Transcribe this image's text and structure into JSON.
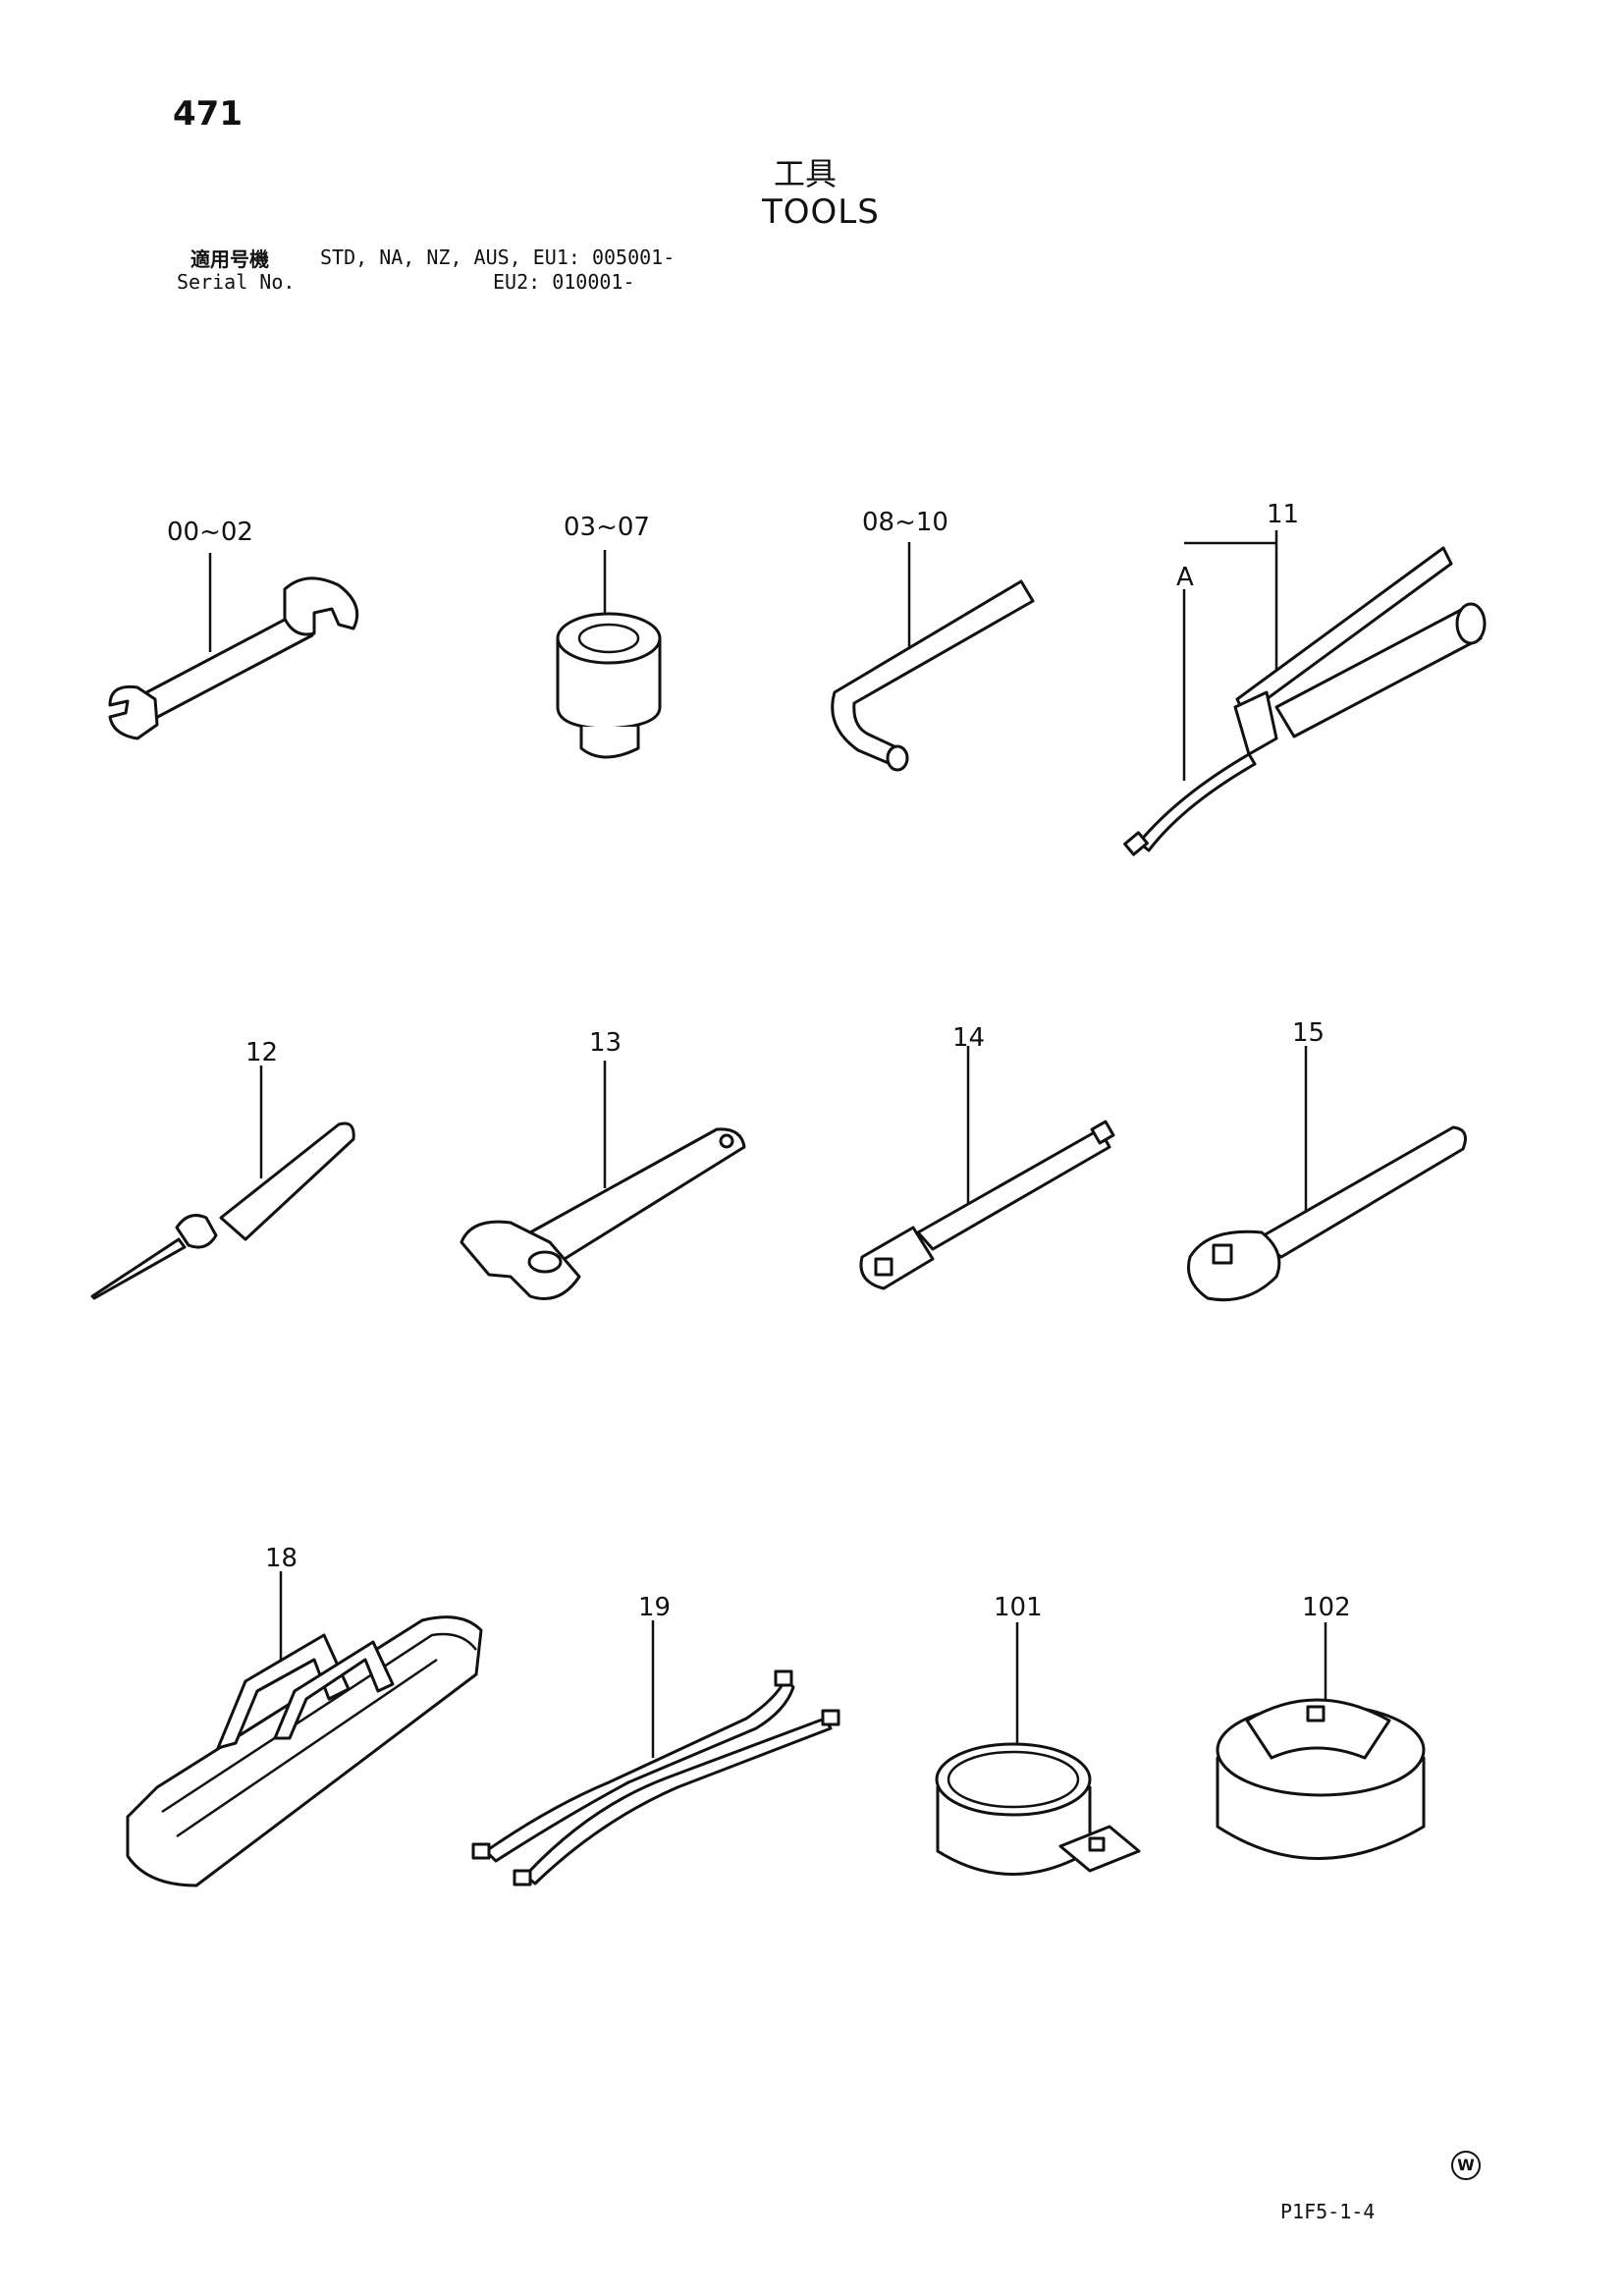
{
  "page_number": "471",
  "title_jp": "工具",
  "title_en": "TOOLS",
  "serial": {
    "label_jp": "適用号機",
    "label_en": "Serial No.",
    "line1_value": "STD, NA, NZ, AUS, EU1:  005001-",
    "line2_value": "EU2:  010001-"
  },
  "callouts": {
    "c00_02": "00~02",
    "c03_07": "03~07",
    "c08_10": "08~10",
    "c11": "11",
    "cA": "A",
    "c12": "12",
    "c13": "13",
    "c14": "14",
    "c15": "15",
    "c18": "18",
    "c19": "19",
    "c101": "101",
    "c102": "102"
  },
  "icons": [
    "wrench",
    "socket",
    "hex-key",
    "grease-gun",
    "screwdriver",
    "adjustable-wrench",
    "extension-bar",
    "ratchet-handle",
    "tool-bag",
    "cable-ties",
    "filter-wrench-strap",
    "filter-wrench-cap"
  ],
  "watermark": "W",
  "drawing_code": "P1F5-1-4"
}
